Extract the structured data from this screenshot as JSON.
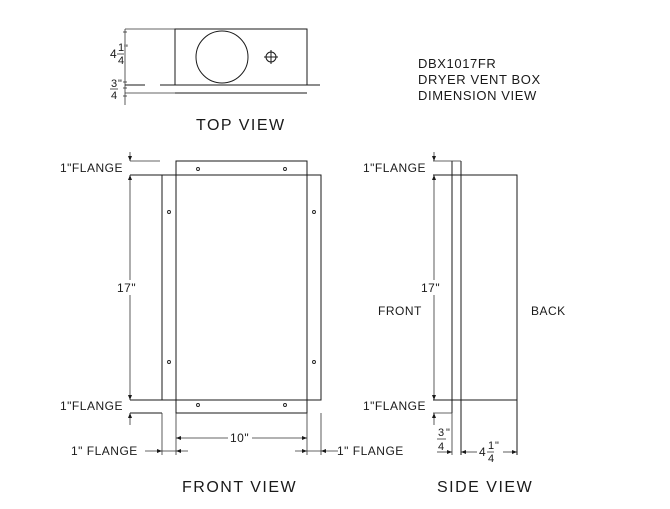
{
  "drawing": {
    "title_block": {
      "model": "DBX1017FR",
      "line2": "DRYER VENT BOX",
      "line3": "DIMENSION VIEW"
    },
    "top_view": {
      "title": "TOP VIEW",
      "dim_depth_whole": "4",
      "dim_depth_num": "1",
      "dim_depth_den": "4",
      "dim_depth_unit": "\"",
      "dim_flange_num": "3",
      "dim_flange_den": "4",
      "dim_flange_unit": "\""
    },
    "front_view": {
      "title": "FRONT VIEW",
      "top_flange": "1\"FLANGE",
      "bottom_flange": "1\"FLANGE",
      "height": "17\"",
      "width": "10\"",
      "left_flange": "1\" FLANGE",
      "right_flange": "1\" FLANGE"
    },
    "side_view": {
      "title": "SIDE VIEW",
      "top_flange": "1\"FLANGE",
      "bottom_flange": "1\"FLANGE",
      "height": "17\"",
      "front_label": "FRONT",
      "back_label": "BACK",
      "dim_flange_num": "3",
      "dim_flange_den": "4",
      "dim_flange_unit": "\"",
      "dim_depth_whole": "4",
      "dim_depth_num": "1",
      "dim_depth_den": "4",
      "dim_depth_unit": "\""
    }
  }
}
